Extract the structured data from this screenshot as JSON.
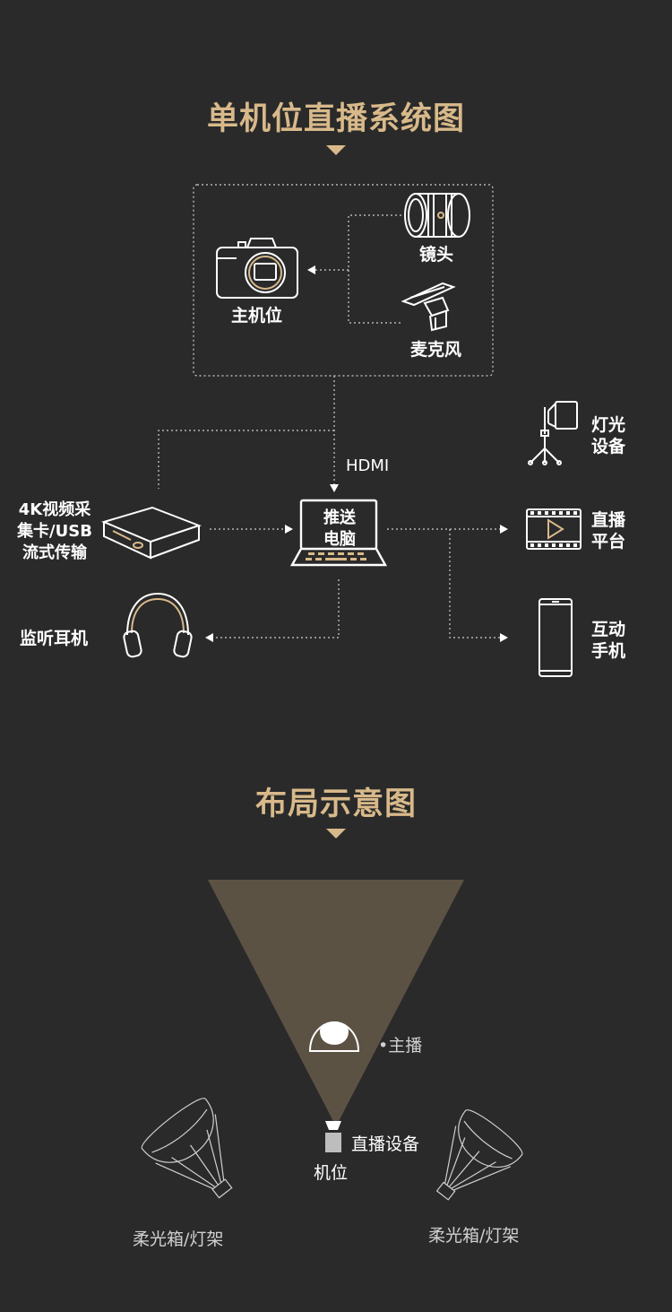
{
  "section1": {
    "title": "单机位直播系统图",
    "main_camera": "主机位",
    "lens": "镜头",
    "microphone": "麦克风",
    "lighting": [
      "灯光",
      "设备"
    ],
    "hdmi": "HDMI",
    "capture_card": [
      "4K视频采",
      "集卡/USB",
      "流式传输"
    ],
    "push_computer": [
      "推送",
      "电脑"
    ],
    "live_platform": [
      "直播",
      "平台"
    ],
    "monitor_headphones": "监听耳机",
    "interactive_phone": [
      "互动",
      "手机"
    ]
  },
  "section2": {
    "title": "布局示意图",
    "anchor": "•主播",
    "live_device": "直播设备",
    "camera_position": "机位",
    "softbox_left": "柔光箱/灯架",
    "softbox_right": "柔光箱/灯架"
  },
  "colors": {
    "background": "#2a2a2a",
    "accent_gold": "#d8b98a",
    "cone_brown": "#5c5244",
    "icon_white": "#ffffff"
  },
  "icons": [
    "camera-icon",
    "lens-icon",
    "microphone-icon",
    "light-stand-icon",
    "capture-card-icon",
    "laptop-icon",
    "film-play-icon",
    "headphones-icon",
    "phone-icon",
    "anchor-icon",
    "softbox-icon"
  ]
}
